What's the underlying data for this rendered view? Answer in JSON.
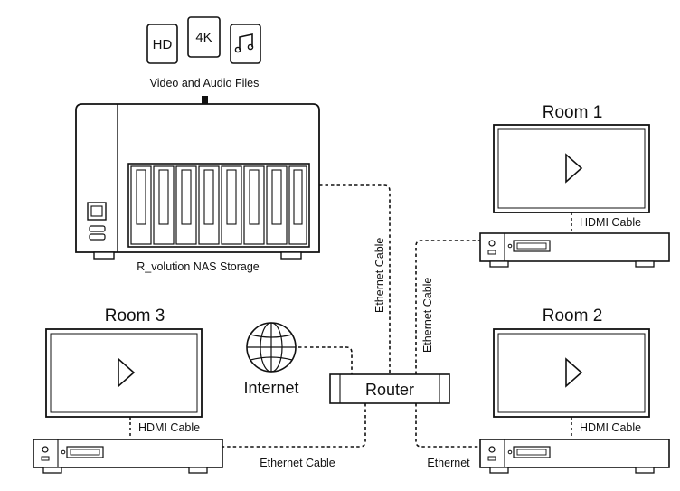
{
  "icons": {
    "hd": "HD",
    "fourk": "4K",
    "music": "music-note-icon"
  },
  "labels": {
    "files": "Video and Audio Files",
    "nas": "R_volution NAS Storage",
    "room1": "Room 1",
    "room2": "Room 2",
    "room3": "Room 3",
    "hdmi1": "HDMI Cable",
    "hdmi2": "HDMI Cable",
    "hdmi3": "HDMI Cable",
    "internet": "Internet",
    "router": "Router",
    "eth_nas": "Ethernet Cable",
    "eth_room1": "Ethernet Cable",
    "eth_room3": "Ethernet Cable",
    "eth_room2": "Ethernet"
  },
  "colors": {
    "stroke": "#111111",
    "fill": "#ffffff",
    "screen": "#f2f2f2"
  }
}
